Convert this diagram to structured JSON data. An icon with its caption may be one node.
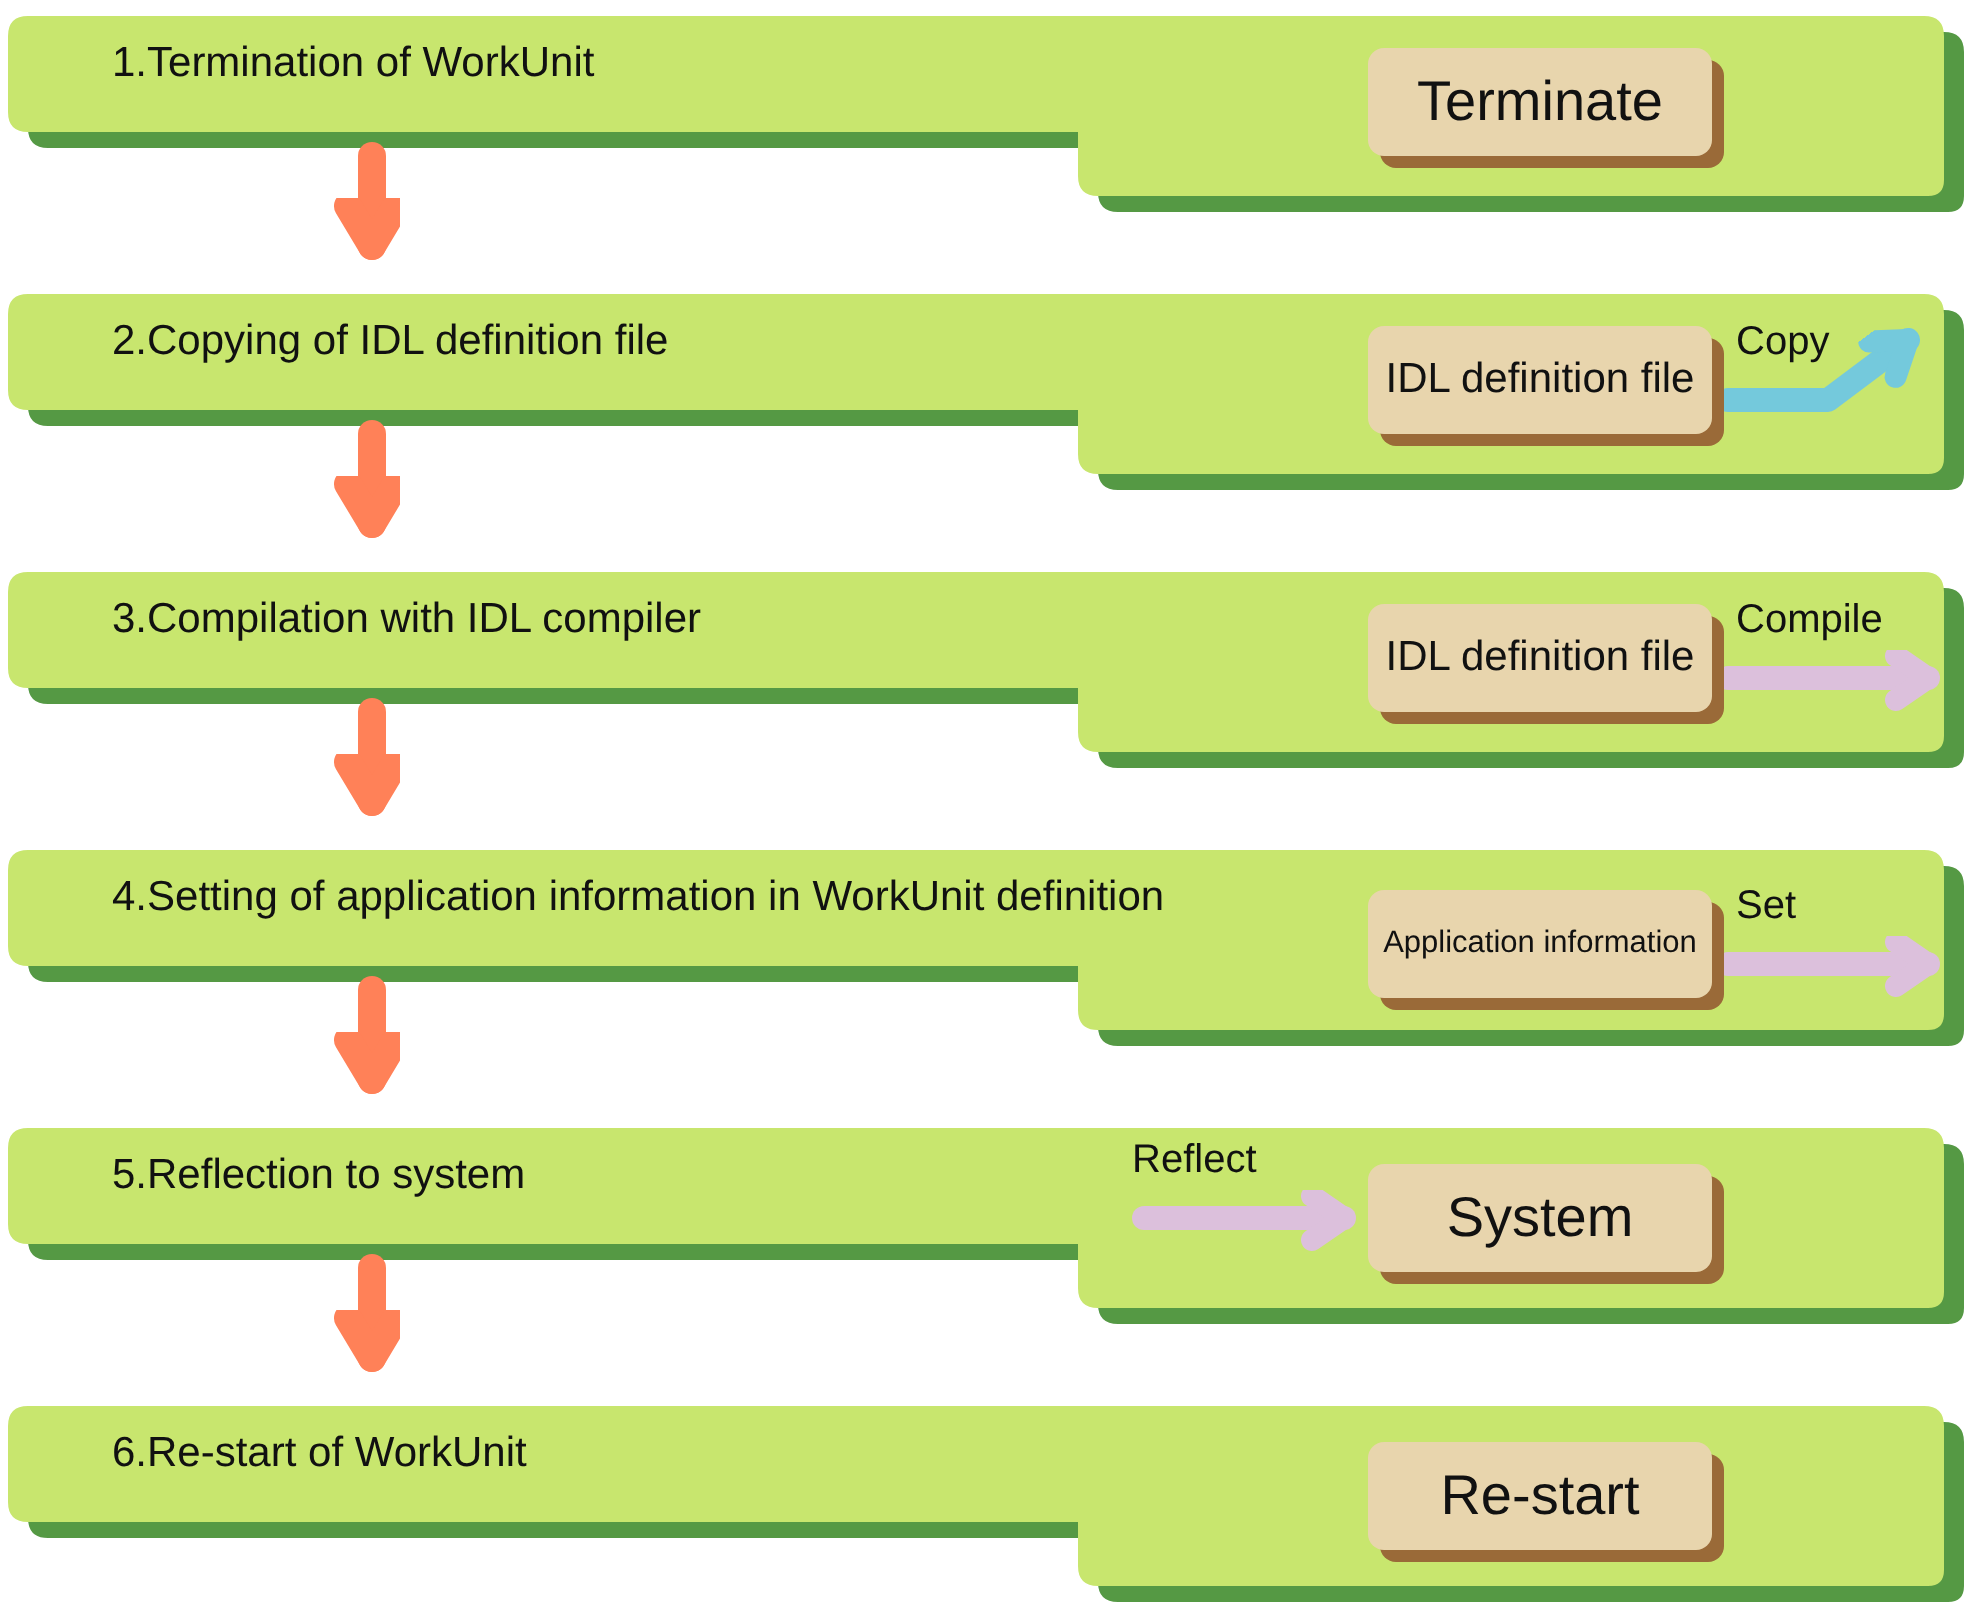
{
  "diagram": {
    "nodes": [
      {
        "text": [
          "1.Termination of WorkUnit"
        ]
      },
      {
        "text": [
          "Terminate"
        ],
        "in": 0
      },
      {
        "text": [
          "2.Copying of IDL definition file"
        ]
      },
      {
        "text": [
          "IDL definition file"
        ],
        "in": 2
      },
      {
        "text": [
          "3.Compilation with IDL compiler"
        ]
      },
      {
        "text": [
          "IDL definition file"
        ],
        "in": 4
      },
      {
        "text": [
          "4.Setting of application information in WorkUnit definition"
        ]
      },
      {
        "text": [
          "Application information"
        ],
        "in": 6
      },
      {
        "text": [
          "5.Reflection to system"
        ]
      },
      {
        "text": [
          "System"
        ],
        "in": 8
      },
      {
        "text": [
          "6.Re-start of WorkUnit"
        ]
      },
      {
        "text": [
          "Re-start"
        ],
        "in": 10
      }
    ],
    "edges": [
      {
        "from": 0,
        "to": 2,
        "arrow": "to"
      },
      {
        "from": 2,
        "to": 4,
        "arrow": "to"
      },
      {
        "from": 4,
        "to": 6,
        "arrow": "to"
      },
      {
        "from": 6,
        "to": 8,
        "arrow": "to"
      },
      {
        "from": 8,
        "to": 10,
        "arrow": "to"
      },
      {
        "from": 3,
        "to": null,
        "arrow": "to",
        "label": "Copy",
        "color": "#74c9dc"
      },
      {
        "from": 5,
        "to": null,
        "arrow": "to",
        "label": "Compile",
        "color": "#dcc0dc"
      },
      {
        "from": 7,
        "to": null,
        "arrow": "to",
        "label": "Set",
        "color": "#dcc0dc"
      },
      {
        "from": null,
        "to": 9,
        "arrow": "to",
        "label": "Reflect",
        "color": "#dcc0dc"
      }
    ]
  }
}
